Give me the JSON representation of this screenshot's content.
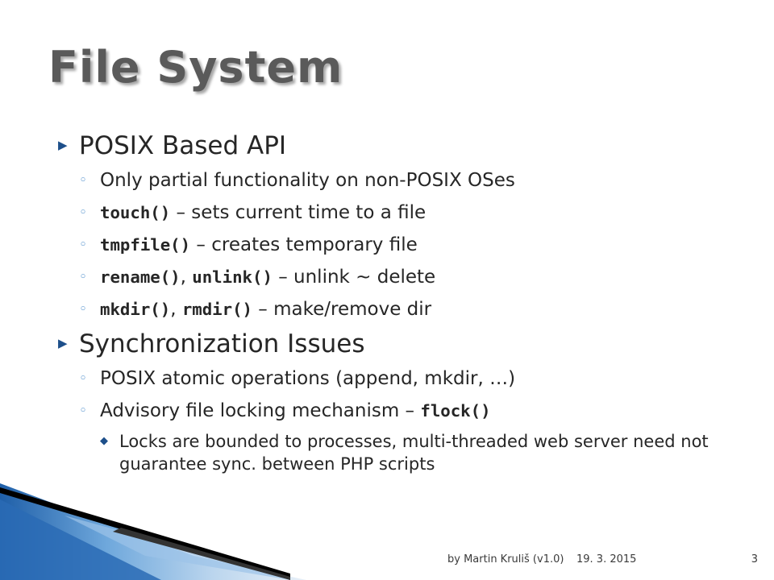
{
  "slide": {
    "title": "File System",
    "bullets": [
      {
        "text": "POSIX Based API",
        "children": [
          {
            "text": "Only partial functionality on non-POSIX OSes"
          },
          {
            "code": "touch()",
            "text": " – sets current time to a file"
          },
          {
            "code": "tmpfile()",
            "text": " – creates temporary file"
          },
          {
            "code": "rename()",
            "sep": ", ",
            "code2": "unlink()",
            "text": " – unlink ~ delete"
          },
          {
            "code": "mkdir()",
            "sep": ", ",
            "code2": "rmdir()",
            "text": " – make/remove dir"
          }
        ]
      },
      {
        "text": "Synchronization Issues",
        "children": [
          {
            "text": "POSIX atomic operations (append, mkdir, …)"
          },
          {
            "text": "Advisory file locking mechanism – ",
            "code_after": "flock()"
          },
          {
            "text": "Locks are bounded to processes, multi-threaded web server need not guarantee sync. between PHP scripts"
          }
        ]
      }
    ]
  },
  "footer": {
    "author": "by Martin Kruliš (v1.0)",
    "date": "19. 3. 2015",
    "page": "3"
  },
  "colors": {
    "accent": "#1d4f8a",
    "sub_marker": "#4f8fcc",
    "title": "#5a5a5a"
  }
}
